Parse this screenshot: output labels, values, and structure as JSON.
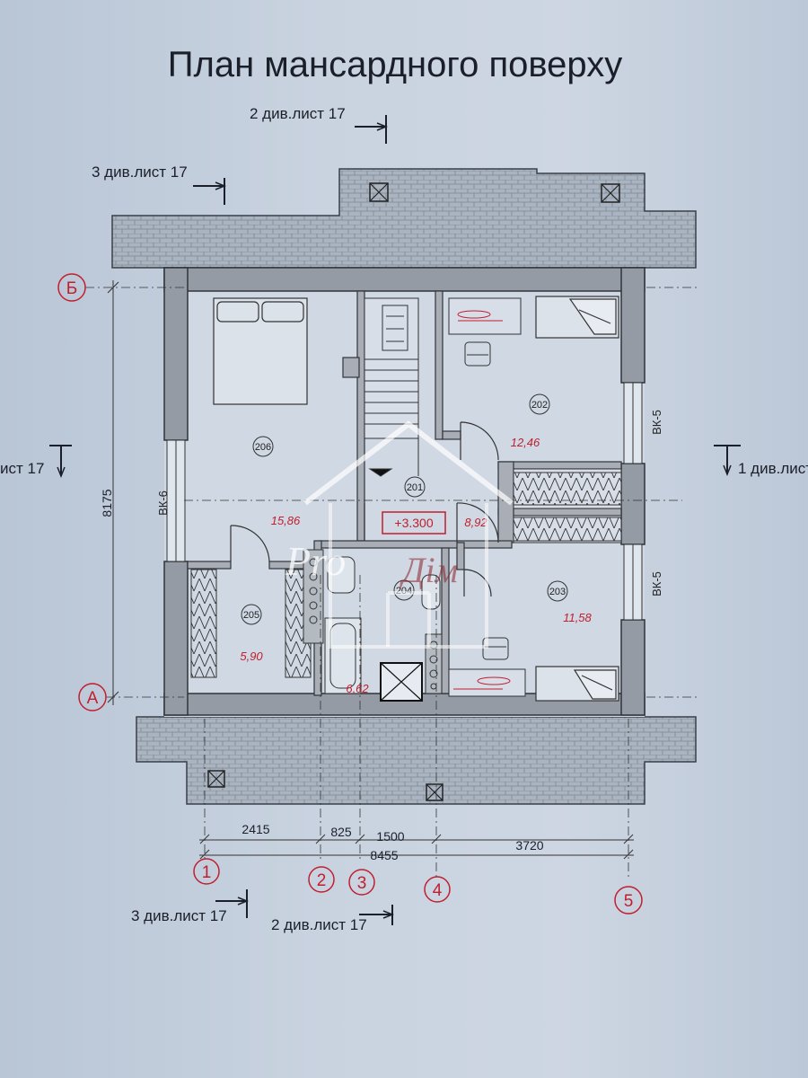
{
  "title": "План мансардного поверху",
  "section_refs": {
    "top_2": "2 див.лист 17",
    "top_3": "3 див.лист 17",
    "left_1": "ист 17",
    "right_1": "1 див.лист 17",
    "bottom_3": "3 див.лист 17",
    "bottom_2": "2 див.лист 17"
  },
  "axes": {
    "row_b": "Б",
    "row_a": "А",
    "col_1": "1",
    "col_2": "2",
    "col_3": "3",
    "col_4": "4",
    "col_5": "5"
  },
  "dimensions": {
    "d1": "2415",
    "d2": "825",
    "d3": "1500",
    "d4": "3720",
    "total": "8455",
    "vertical": "8175"
  },
  "rooms": [
    {
      "id": "206",
      "area": "15,86"
    },
    {
      "id": "201",
      "area": "8,92"
    },
    {
      "id": "202",
      "area": "12,46"
    },
    {
      "id": "203",
      "area": "11,58"
    },
    {
      "id": "204",
      "area": "6,62"
    },
    {
      "id": "205",
      "area": "5,90"
    }
  ],
  "level_mark": "+3.300",
  "windows": {
    "left": "ВК-6",
    "right_top": "ВК-5",
    "right_bottom": "ВК-5"
  },
  "watermark": {
    "pro": "Pro",
    "dim": "Дім"
  },
  "colors": {
    "axis_red": "#c01f2e",
    "wall_gray": "#8e949c",
    "paper": "#c9d3e0"
  }
}
